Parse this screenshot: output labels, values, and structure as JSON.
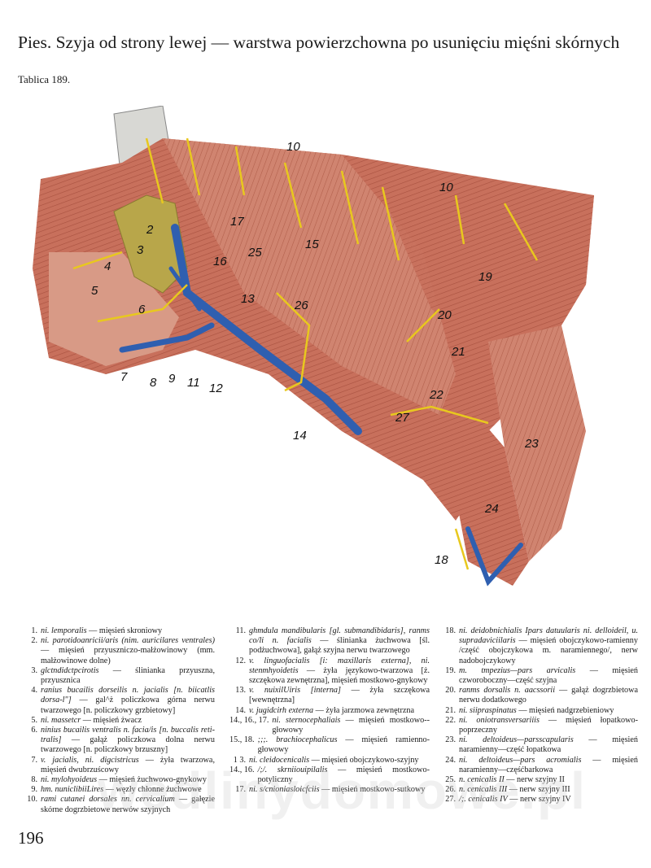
{
  "header": {
    "title": "Pies. Szyja od strony lewej — warstwa powierzchowna po usunięciu mięśni skórnych",
    "plate": "Tablica 189."
  },
  "figure": {
    "labels": [
      "10",
      "10",
      "2",
      "3",
      "4",
      "5",
      "6",
      "7",
      "8",
      "9",
      "11",
      "12",
      "13",
      "14",
      "15",
      "16",
      "17",
      "25",
      "26",
      "19",
      "20",
      "21",
      "22",
      "27",
      "23",
      "24",
      "18"
    ],
    "colors": {
      "muscle": "#c8705c",
      "muscle_light": "#dc9a86",
      "vein": "#2f5fb0",
      "nerve": "#e8c81e",
      "gland": "#b8a64a",
      "bone": "#d8d8d4"
    }
  },
  "legend": {
    "col1": [
      {
        "num": "1.",
        "latin": "ni. lemporalis",
        "pl": "— mięsień skroniowy"
      },
      {
        "num": "2.",
        "latin": "ni. parotidoanricii/aris (nim. auricilares ventrales)",
        "pl": "— mięsień przyuszniczo-małżowinowy (mm. małżowinowe dolne)"
      },
      {
        "num": "3.",
        "latin": "glctndidctpcirotis",
        "pl": "— ślinianka przyuszna, przyusznica"
      },
      {
        "num": "4.",
        "latin": "ranius bucailis dorseilis n. jacialis [n. biicatlis dorsa-l\"]",
        "pl": "— gal^ż policzkowa górna nerwu twarzowego [n. policzkowy grzbietowy]"
      },
      {
        "num": "5.",
        "latin": "ni. massetcr",
        "pl": "— mięsień żwacz"
      },
      {
        "num": "6.",
        "latin": "ninius bucailis ventralis n. facia/is [n. buccalis reti-tralis]",
        "pl": "— gałąż policzkowa dolna nerwu twarzowego [n. policzkowy brzuszny]"
      },
      {
        "num": "7.",
        "latin": "v. jacialis, ni. digcistricus",
        "pl": "— żyła twarzowa, mięsień dwubrzuścowy"
      },
      {
        "num": "8.",
        "latin": "ni. mylohyoideus",
        "pl": "— mięsień żuchwowo-gnykowy"
      },
      {
        "num": "9.",
        "latin": "hm. nuniclibiiLires",
        "pl": "— węzły chłonne żuchwowe"
      },
      {
        "num": "10.",
        "latin": "rami cutanei dorsales nn. cervicalium",
        "pl": "— gałęzie skórne dogrzbietowe nerwów szyjnych"
      }
    ],
    "col2": [
      {
        "num": "11.",
        "latin": "ghmdula mandibularis [gl. submandibidaris], ranms co/li n. facialis",
        "pl": "— ślinianka żuchwowa [śl. podżuchwowa], gałąż szyjna nerwu twarzowego"
      },
      {
        "num": "12.",
        "latin": "v. linguofacialis [i: maxillaris externa], ni. stenmhyoidetis",
        "pl": "— żyła językowo-twarzowa [ż. szczękowa zewnętrzna], mięsień mostkowo-gnykowy"
      },
      {
        "num": "13.",
        "latin": "v. nuixilUiris [interna]",
        "pl": "— żyła szczękowa [wewnętrzna]"
      },
      {
        "num": "14.",
        "latin": "v. jugidcirh externa",
        "pl": "— żyła jarzmowa zewnętrzna"
      },
      {
        "num": "14., 16., 17.",
        "latin": "ni. sternocephaliais",
        "pl": "— mięsień mostkowo--głowowy"
      },
      {
        "num": "15., 18.",
        "latin": ";;;. brachiocephalicus",
        "pl": "— mięsień ramienno-głowowy"
      },
      {
        "num": "1 3.",
        "latin": "ni. cleidocenicalis",
        "pl": "— mięsień obojczykowo-szyjny"
      },
      {
        "num": "14., 16.",
        "latin": "/;/. skrniiouipilalis",
        "pl": "— mięsień mostkowo-potyliczny"
      },
      {
        "num": "17.",
        "latin": "ni. s/cnioniasloicfciis",
        "pl": "— mięsień mostkowo-sutkowy"
      }
    ],
    "col3": [
      {
        "num": "18.",
        "latin": "ni. deidobnichialis Ipars datuularis ni. delloideil, u. supradaviciilaris",
        "pl": "— mięsień obojczykowo-ramienny /część obojczykowa m. naramiennego/, nerw nadobojczykowy"
      },
      {
        "num": "19.",
        "latin": "m. tmpezius—pars arvicalis",
        "pl": "— mięsień czworoboczny—część szyjna"
      },
      {
        "num": "20.",
        "latin": "ranms dorsalis n. aacssorii",
        "pl": "— gałąż dogrzbietowa nerwu dodatkowego"
      },
      {
        "num": "21.",
        "latin": "ni. siipraspinatus",
        "pl": "— mięsień nadgrzebieniowy"
      },
      {
        "num": "22.",
        "latin": "ni. oniotransversariiis",
        "pl": "— mięsień łopatkowo-poprzeczny"
      },
      {
        "num": "23.",
        "latin": "ni. deltoideus—parsscapularis",
        "pl": "— mięsień naramienny—część łopatkowa"
      },
      {
        "num": "24.",
        "latin": "ni. deltoideus—pars acromialis",
        "pl": "— mięsień naramienny—częśćbarkowa"
      },
      {
        "num": "25.",
        "latin": "n. cenicalis II",
        "pl": "— nerw szyjny II"
      },
      {
        "num": "26.",
        "latin": "n. cenicalis III",
        "pl": "— nerw szyjny III"
      },
      {
        "num": "27.",
        "latin": "/;. cenicalis IV",
        "pl": "— nerw szyjny IV"
      }
    ]
  },
  "footer": {
    "page_number": "196",
    "watermark": "wedlinydomowe.pl"
  }
}
